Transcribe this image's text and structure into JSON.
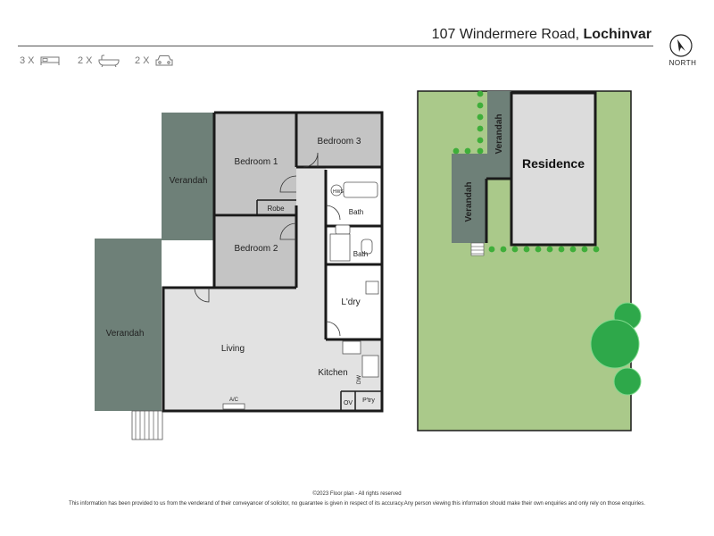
{
  "header": {
    "street": "107 Windermere Road, ",
    "suburb": "Lochinvar",
    "north_label": "NORTH"
  },
  "features": {
    "bedrooms": {
      "count": "3 X",
      "icon": "bed-icon"
    },
    "bathrooms": {
      "count": "2 X",
      "icon": "bathtub-icon"
    },
    "parking": {
      "count": "2 X",
      "icon": "car-icon"
    }
  },
  "floor_plan": {
    "rooms": {
      "verandah_top": "Verandah",
      "verandah_left": "Verandah",
      "bedroom1": "Bedroom 1",
      "bedroom2": "Bedroom 2",
      "bedroom3": "Bedroom 3",
      "robe": "Robe",
      "bath1": "Bath",
      "bath2": "Bath",
      "laundry": "L'dry",
      "living": "Living",
      "kitchen": "Kitchen",
      "pantry": "P'try",
      "oven": "OV",
      "dishwasher": "DW",
      "aircon": "A/C",
      "hws": "HWS"
    }
  },
  "site_plan": {
    "residence": "Residence",
    "verandah_upper": "Verandah",
    "verandah_lower": "Verandah"
  },
  "footer": {
    "copyright": "©2023 Floor plan  - All rights reserved",
    "disclaimer": "This information has been provided to us from the venderand of their conveyancer of solicitor, no guarantee is given in respect of its accuracy.Any person viewing this information should make their own enquiries and only rely on those enquiries."
  },
  "colors": {
    "verandah": "#6e8078",
    "bedroom": "#c4c4c4",
    "living": "#e2e2e2",
    "wall": "#1a1a1a",
    "grass": "#aac98a",
    "hedge": "#3fae3a",
    "tree": "#2ea84a",
    "residence": "#dcdcdc"
  }
}
